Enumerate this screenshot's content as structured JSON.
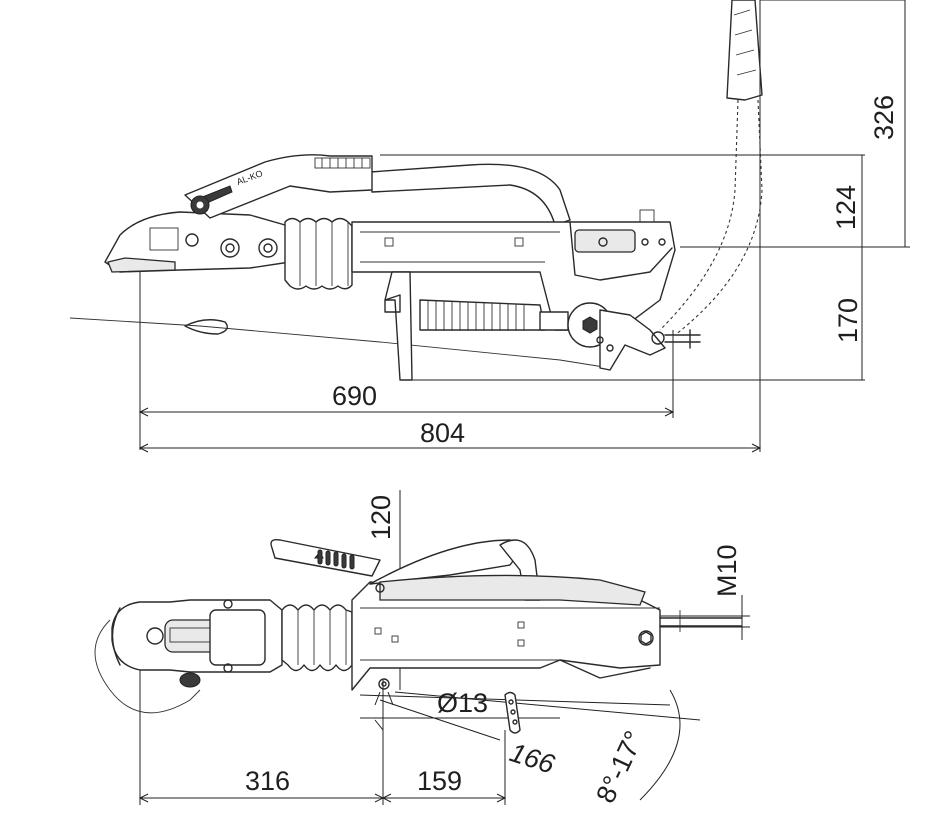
{
  "side_view": {
    "dim_326": "326",
    "dim_124": "124",
    "dim_170": "170",
    "dim_690": "690",
    "dim_804": "804",
    "logo": "AL-KO"
  },
  "top_view": {
    "dim_120": "120",
    "dim_m10": "M10",
    "dim_bore": "Ø13",
    "dim_166": "166",
    "dim_angle": "8°-17°",
    "dim_316": "316",
    "dim_159": "159"
  }
}
